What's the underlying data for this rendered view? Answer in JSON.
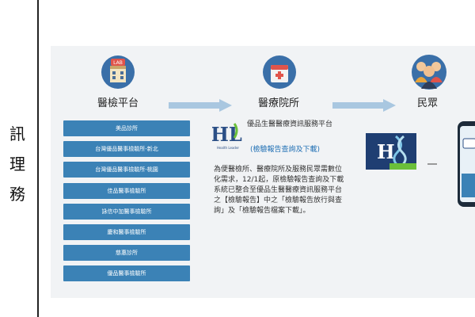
{
  "left_text": [
    "訊",
    "理",
    "務"
  ],
  "columns": {
    "lab": {
      "label": "醫檢平台",
      "icon": "lab-building-icon"
    },
    "clinic": {
      "label": "醫療院所",
      "icon": "clinic-icon"
    },
    "public": {
      "label": "民眾",
      "icon": "people-icon"
    }
  },
  "lab_badge": "LAB",
  "lab_list": [
    "美品診所",
    "台灣優品醫事檢驗所-新北",
    "台灣優品醫事檢驗所-桃園",
    "佳品醫事檢驗所",
    "詠信中加醫事檢驗所",
    "慶和醫事檢驗所",
    "慈惠診所",
    "優品醫事檢驗所"
  ],
  "service": {
    "title": "優品生醫醫療資訊服務平台",
    "link": "(檢驗報告查詢及下載)",
    "logo_letters": "HL",
    "logo_caption": "Health Leader",
    "description": "為便醫檢所、醫療院所及服務民眾需數位化需求，12/1起，原檢驗報告查詢及下載系統已整合至優品生醫醫療資訊服務平台之【檢驗報告】中之「檢驗報告放行與查詢」及「檢驗報告檔案下載」。"
  },
  "colors": {
    "accent": "#3b82b6",
    "arrow": "#a9c7e0",
    "panel": "#f1f3f5"
  }
}
